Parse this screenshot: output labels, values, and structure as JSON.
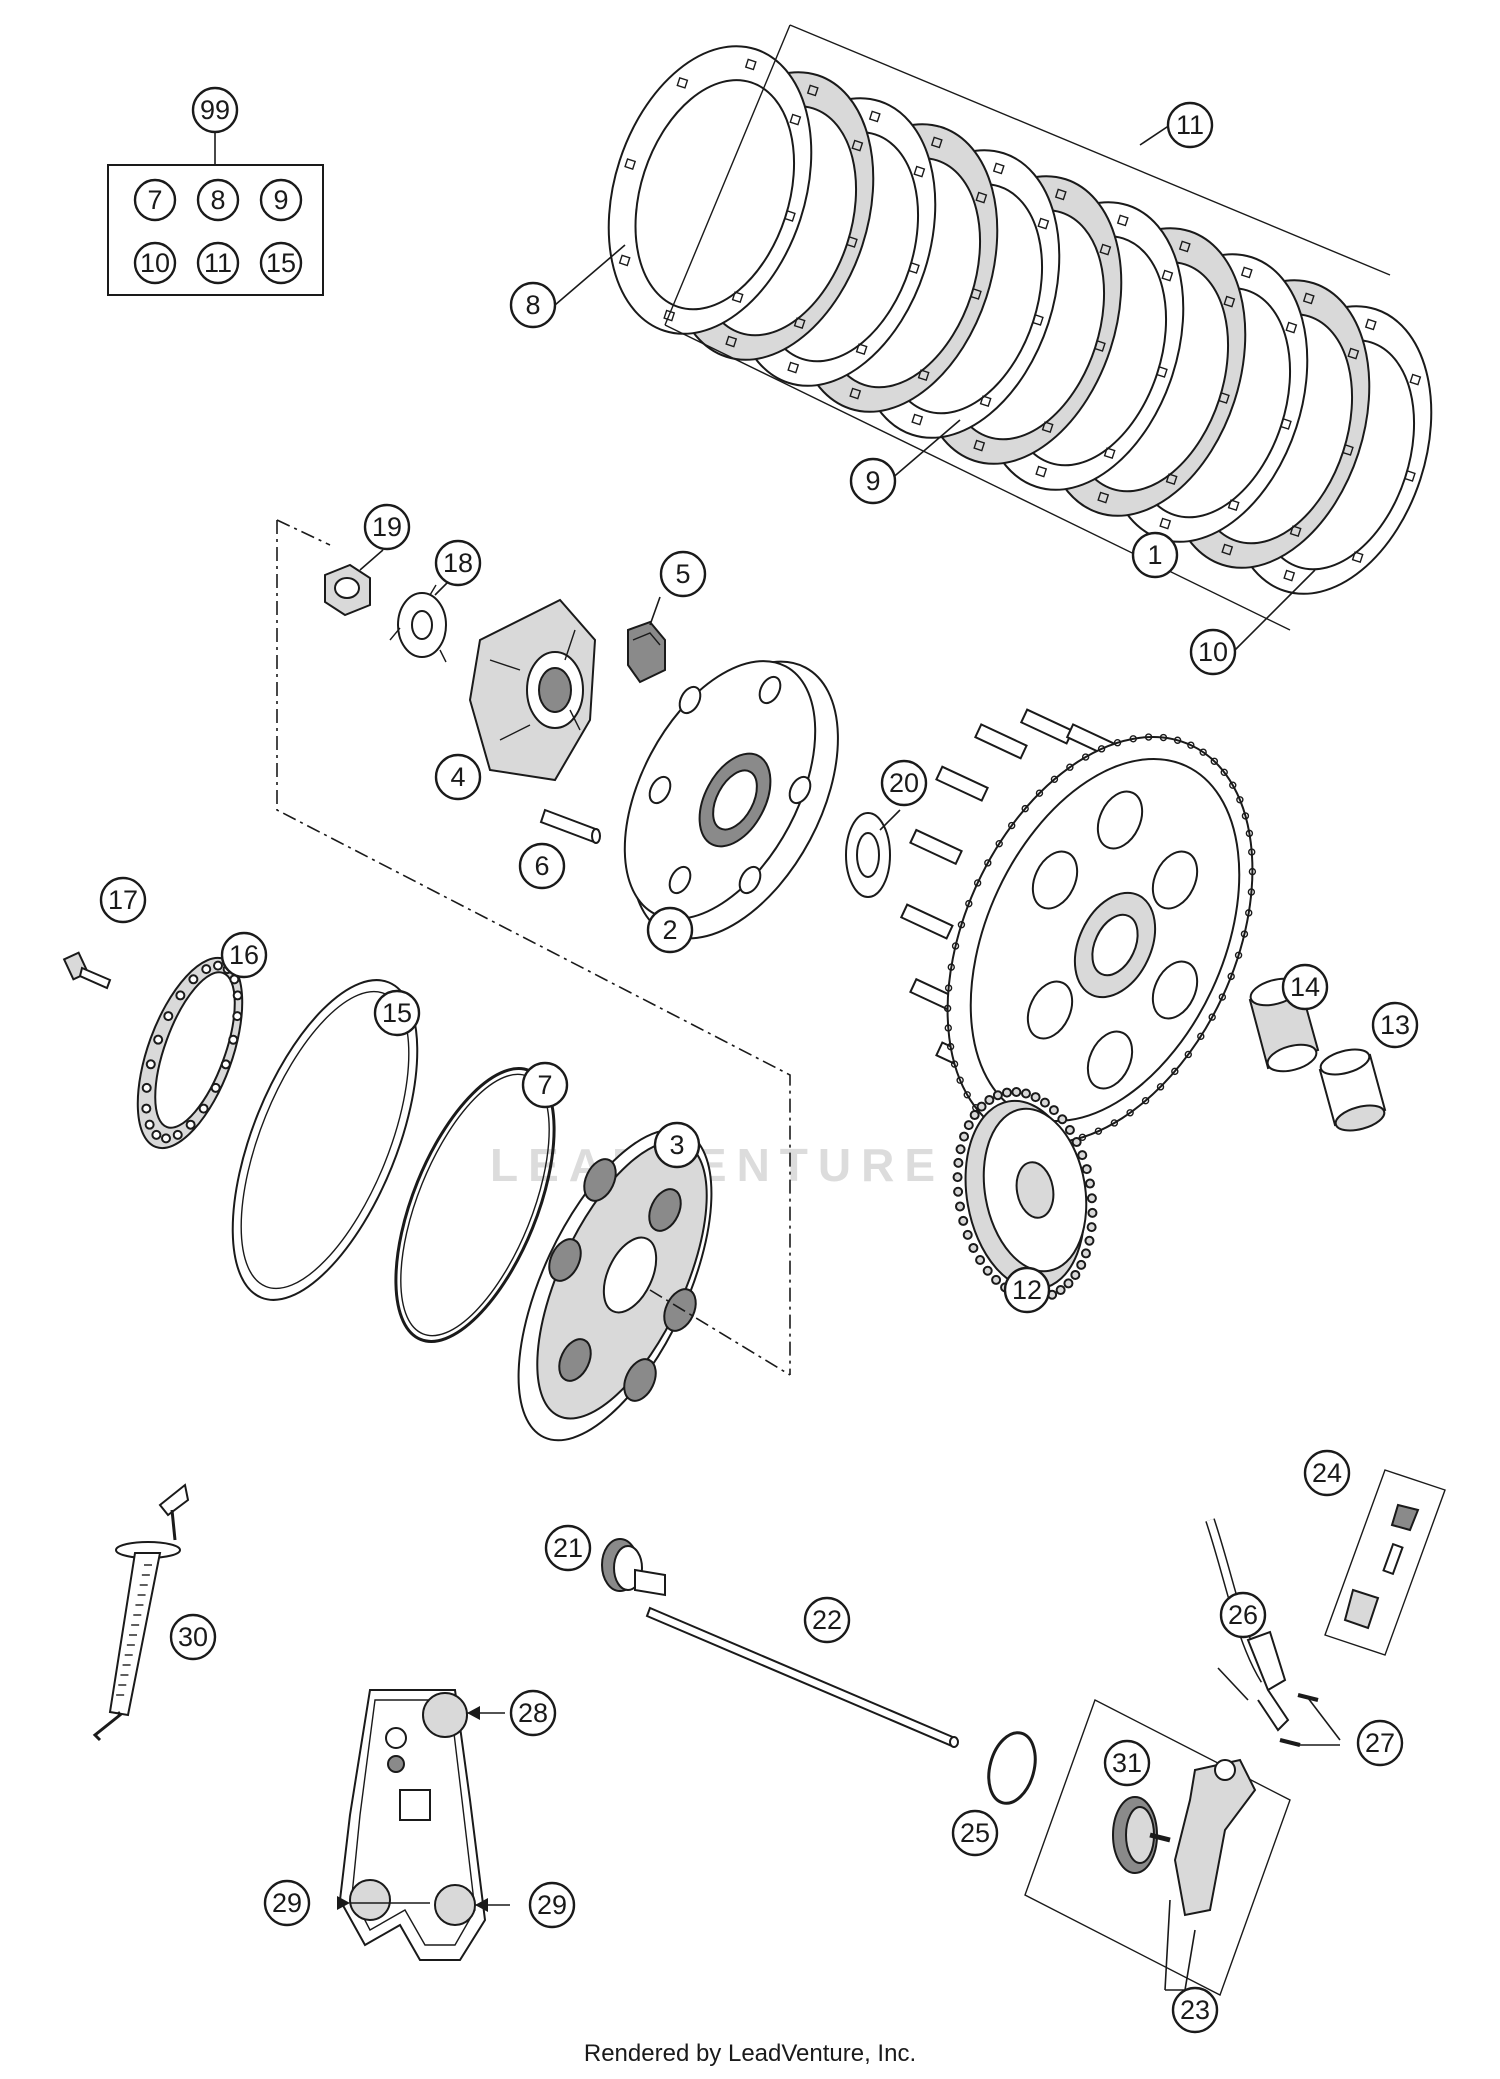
{
  "watermark": "LEADVENTURE",
  "footer": "Rendered by LeadVenture, Inc.",
  "kit": {
    "label": "99",
    "items": [
      "7",
      "8",
      "9",
      "10",
      "11",
      "15"
    ]
  },
  "callouts": [
    {
      "id": "1",
      "label": "1"
    },
    {
      "id": "2",
      "label": "2"
    },
    {
      "id": "3",
      "label": "3"
    },
    {
      "id": "4",
      "label": "4"
    },
    {
      "id": "5",
      "label": "5"
    },
    {
      "id": "6",
      "label": "6"
    },
    {
      "id": "7",
      "label": "7"
    },
    {
      "id": "8",
      "label": "8"
    },
    {
      "id": "9",
      "label": "9"
    },
    {
      "id": "10",
      "label": "10"
    },
    {
      "id": "11",
      "label": "11"
    },
    {
      "id": "12",
      "label": "12"
    },
    {
      "id": "13",
      "label": "13"
    },
    {
      "id": "14",
      "label": "14"
    },
    {
      "id": "15",
      "label": "15"
    },
    {
      "id": "16",
      "label": "16"
    },
    {
      "id": "17",
      "label": "17"
    },
    {
      "id": "18",
      "label": "18"
    },
    {
      "id": "19",
      "label": "19"
    },
    {
      "id": "20",
      "label": "20"
    },
    {
      "id": "21",
      "label": "21"
    },
    {
      "id": "22",
      "label": "22"
    },
    {
      "id": "23",
      "label": "23"
    },
    {
      "id": "24",
      "label": "24"
    },
    {
      "id": "25",
      "label": "25"
    },
    {
      "id": "26",
      "label": "26"
    },
    {
      "id": "27",
      "label": "27"
    },
    {
      "id": "28",
      "label": "28"
    },
    {
      "id": "29a",
      "label": "29"
    },
    {
      "id": "29b",
      "label": "29"
    },
    {
      "id": "30",
      "label": "30"
    },
    {
      "id": "31",
      "label": "31"
    }
  ]
}
